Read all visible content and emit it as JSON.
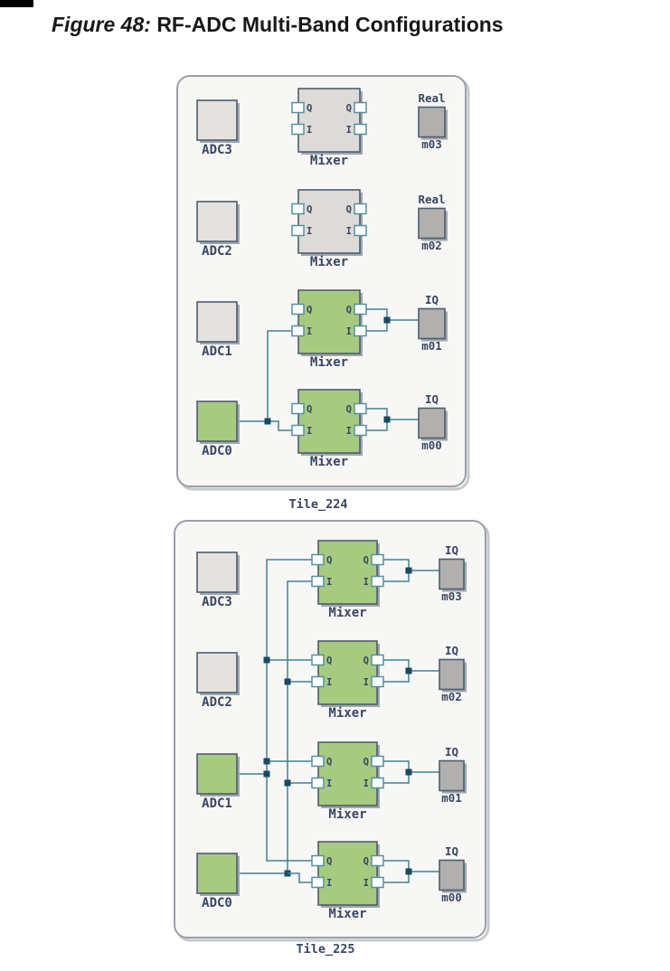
{
  "figure": {
    "label": "Figure 48:",
    "title": "RF-ADC Multi-Band Configurations"
  },
  "port_labels": {
    "q": "Q",
    "i": "I"
  },
  "colors": {
    "active_fill": "#a7ca81",
    "inactive_fill": "#e3e2df",
    "mixer_inactive_fill": "#dcdbd8",
    "output_fill": "#b2b0ae",
    "block_border": "#4e5d6d",
    "block_shadow": "#9ea7b0",
    "wire": "#44828f",
    "junction": "#1a4a5f",
    "port_fill": "#fdfefe",
    "port_border": "#54919f",
    "label_text": "#3a4660",
    "tile_bg": "#f7f7f6",
    "tile_border": "#9aa0a8",
    "tile_shadow": "#c6c9cd"
  },
  "tiles": [
    {
      "name": "Tile_224",
      "rows": [
        {
          "adc": {
            "label": "ADC3",
            "active": false
          },
          "mixer": {
            "label": "Mixer",
            "active": false
          },
          "output": {
            "type": "Real",
            "label": "m03"
          }
        },
        {
          "adc": {
            "label": "ADC2",
            "active": false
          },
          "mixer": {
            "label": "Mixer",
            "active": false
          },
          "output": {
            "type": "Real",
            "label": "m02"
          }
        },
        {
          "adc": {
            "label": "ADC1",
            "active": false
          },
          "mixer": {
            "label": "Mixer",
            "active": true
          },
          "output": {
            "type": "IQ",
            "label": "m01"
          }
        },
        {
          "adc": {
            "label": "ADC0",
            "active": true
          },
          "mixer": {
            "label": "Mixer",
            "active": true
          },
          "output": {
            "type": "IQ",
            "label": "m00"
          }
        }
      ],
      "connections": [
        {
          "from": "ADC0",
          "to": [
            "Mixer(m01).I_in",
            "Mixer(m00).I_in"
          ]
        },
        {
          "from": "Mixer(m01).Q_out + Mixer(m01).I_out",
          "to": "m01"
        },
        {
          "from": "Mixer(m00).Q_out + Mixer(m00).I_out",
          "to": "m00"
        }
      ]
    },
    {
      "name": "Tile_225",
      "rows": [
        {
          "adc": {
            "label": "ADC3",
            "active": false
          },
          "mixer": {
            "label": "Mixer",
            "active": true
          },
          "output": {
            "type": "IQ",
            "label": "m03"
          }
        },
        {
          "adc": {
            "label": "ADC2",
            "active": false
          },
          "mixer": {
            "label": "Mixer",
            "active": true
          },
          "output": {
            "type": "IQ",
            "label": "m02"
          }
        },
        {
          "adc": {
            "label": "ADC1",
            "active": true
          },
          "mixer": {
            "label": "Mixer",
            "active": true
          },
          "output": {
            "type": "IQ",
            "label": "m01"
          }
        },
        {
          "adc": {
            "label": "ADC0",
            "active": true
          },
          "mixer": {
            "label": "Mixer",
            "active": true
          },
          "output": {
            "type": "IQ",
            "label": "m00"
          }
        }
      ],
      "connections": [
        {
          "from": "ADC1",
          "to": [
            "Mixer(m03).Q_in",
            "Mixer(m02).Q_in",
            "Mixer(m01).Q_in",
            "Mixer(m00).Q_in"
          ]
        },
        {
          "from": "ADC0",
          "to": [
            "Mixer(m03).I_in",
            "Mixer(m02).I_in",
            "Mixer(m01).I_in",
            "Mixer(m00).I_in"
          ]
        },
        {
          "from": "Mixer(m03).Q_out + Mixer(m03).I_out",
          "to": "m03"
        },
        {
          "from": "Mixer(m02).Q_out + Mixer(m02).I_out",
          "to": "m02"
        },
        {
          "from": "Mixer(m01).Q_out + Mixer(m01).I_out",
          "to": "m01"
        },
        {
          "from": "Mixer(m00).Q_out + Mixer(m00).I_out",
          "to": "m00"
        }
      ]
    }
  ]
}
